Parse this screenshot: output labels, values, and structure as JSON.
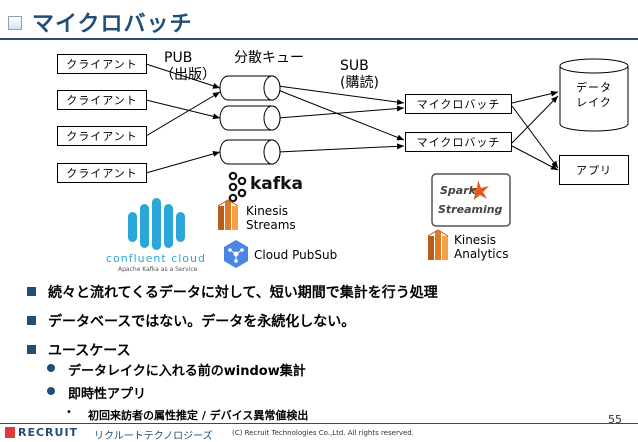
{
  "title": "マイクロバッチ",
  "clients": [
    "クライアント",
    "クライアント",
    "クライアント",
    "クライアント"
  ],
  "pub_label": [
    "PUB",
    "（出版）"
  ],
  "queue_label": "分散キュー",
  "sub_label": [
    "SUB",
    "(購読)"
  ],
  "microbatch": [
    "マイクロバッチ",
    "マイクロバッチ"
  ],
  "datalake": [
    "データ",
    "レイク"
  ],
  "app": "アプリ",
  "kafka": "kafka",
  "kinesis_streams": [
    "Kinesis",
    "Streams"
  ],
  "cloud_pubsub": "Cloud PubSub",
  "confluent": [
    "confluent",
    "cloud"
  ],
  "confluent_sub": "Apache Kafka as a Service",
  "spark": [
    "Spark",
    "Streaming"
  ],
  "kinesis_analytics": [
    "Kinesis",
    "Analytics"
  ],
  "bullets": [
    "続々と流れてくるデータに対して、短い期間で集計を行う処理",
    "データベースではない。データを永続化しない。",
    "ユースケース"
  ],
  "sub_bullets": [
    "データレイクに入れる前のwindow集計",
    "即時性アプリ"
  ],
  "sub_sub_bullet": "初回来訪者の属性推定 / デバイス異常値検出",
  "page_number": "55",
  "footer_logo": "RECRUIT",
  "footer_company": "リクルートテクノロジーズ",
  "copyright": "(C) Recruit Technologies Co.,Ltd. All rights reserved.",
  "colors": {
    "accent": "#1f4e79",
    "aws_orange": "#e07b24",
    "confluent_blue": "#2aa7d8",
    "logo_red": "#e03a3e"
  }
}
